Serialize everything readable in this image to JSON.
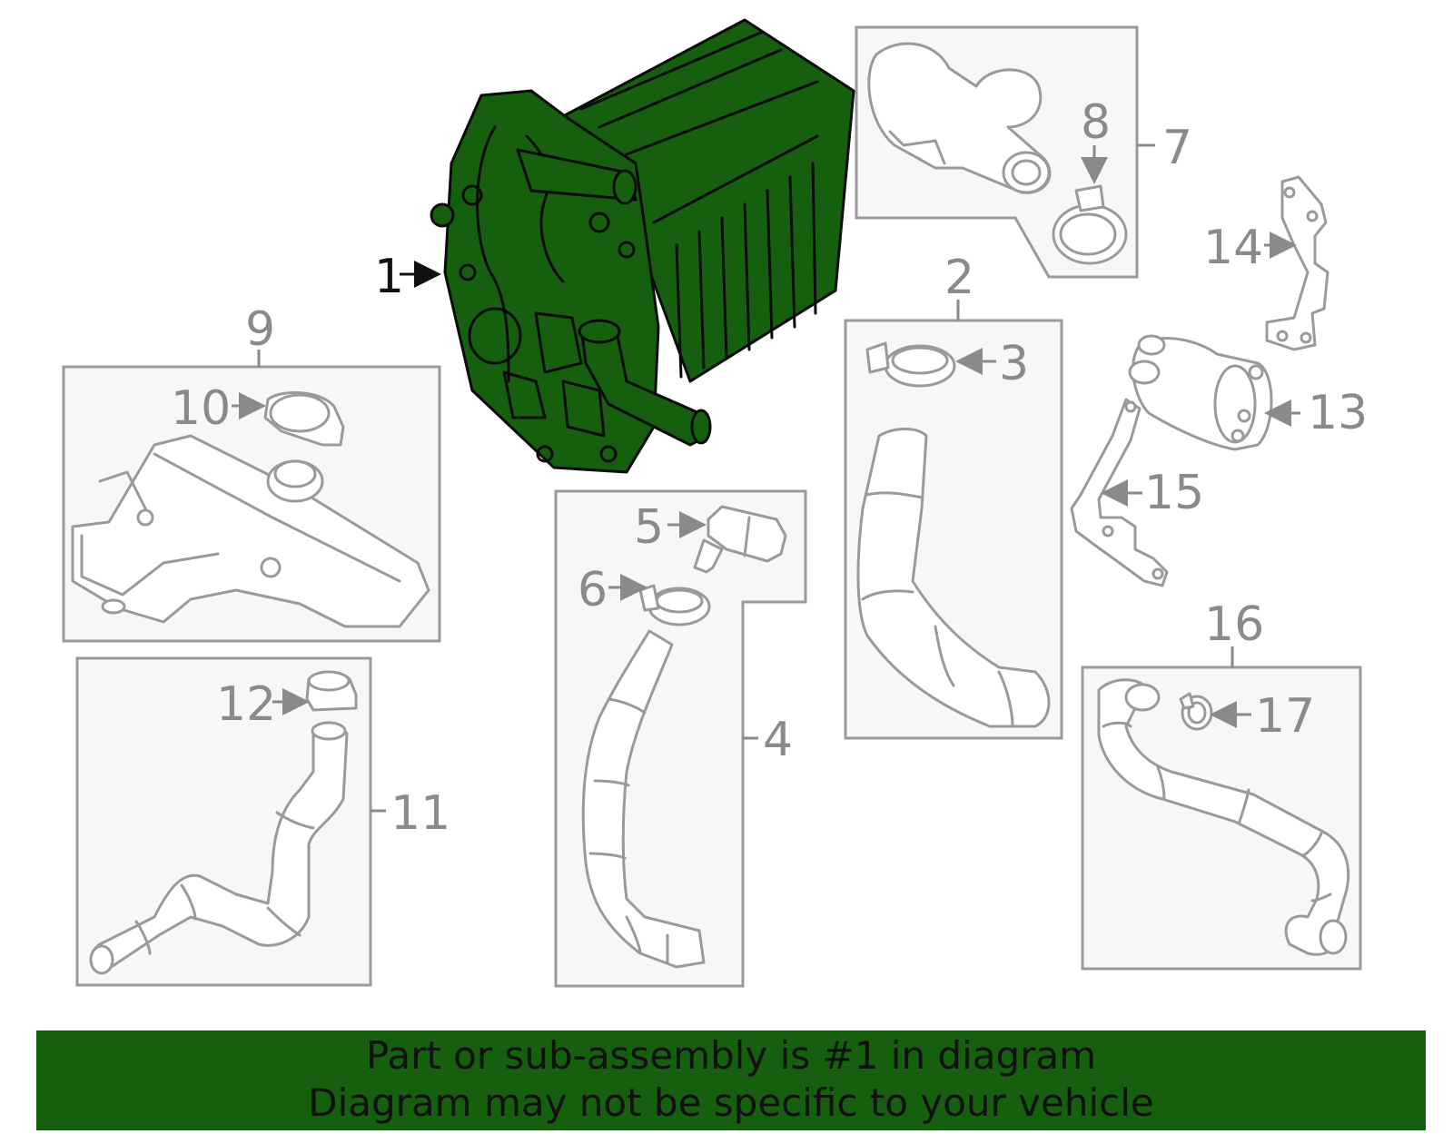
{
  "diagram": {
    "callouts": {
      "c1": "1",
      "c2": "2",
      "c3": "3",
      "c4": "4",
      "c5": "5",
      "c6": "6",
      "c7": "7",
      "c8": "8",
      "c9": "9",
      "c10": "10",
      "c11": "11",
      "c12": "12",
      "c13": "13",
      "c14": "14",
      "c15": "15",
      "c16": "16",
      "c17": "17"
    },
    "highlighted_part": "1",
    "highlight_color": "#155f0f",
    "line_color": "#9a9a9a"
  },
  "banner": {
    "line1": "Part or sub-assembly is #1 in diagram",
    "line2": "Diagram may not be specific to your vehicle",
    "background": "#155f0f"
  }
}
